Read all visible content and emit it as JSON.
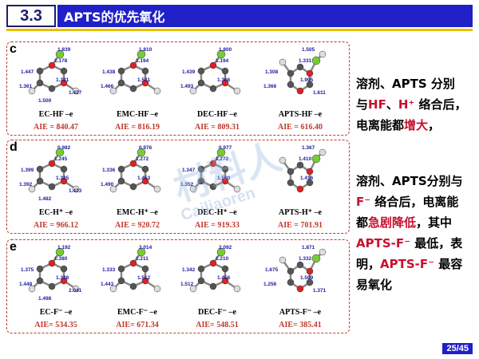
{
  "header": {
    "number": "3.3",
    "title": "APTS的优先氧化"
  },
  "panels": [
    {
      "label": "c",
      "items": [
        {
          "name": "EC-HF –e",
          "aie": "AIE = 840.47",
          "bonds": [
            "1.839",
            "1.178",
            "1.321",
            "1.447",
            "1.361",
            "1.427",
            "1.500"
          ]
        },
        {
          "name": "EMC-HF –e",
          "aie": "AIE = 816.19",
          "bonds": [
            "1.810",
            "1.194",
            "1.521",
            "1.438",
            "1.466"
          ]
        },
        {
          "name": "DEC-HF –e",
          "aie": "AIE = 809.31",
          "bonds": [
            "1.800",
            "1.194",
            "1.366",
            "1.439",
            "1.493"
          ]
        },
        {
          "name": "APTS-HF –e",
          "aie": "AIE = 616.40",
          "bonds": [
            "1.505",
            "1.331",
            "1.905",
            "1.308",
            "1.366",
            "1.611"
          ]
        }
      ]
    },
    {
      "label": "d",
      "items": [
        {
          "name": "EC-H⁺ –e",
          "aie": "AIE = 966.12",
          "bonds": [
            "0.982",
            "1.245",
            "1.325",
            "1.399",
            "1.392",
            "1.423",
            "1.482"
          ]
        },
        {
          "name": "EMC-H⁺ –e",
          "aie": "AIE = 920.72",
          "bonds": [
            "0.976",
            "1.272",
            "1.453",
            "1.336",
            "1.490"
          ]
        },
        {
          "name": "DEC-H⁺ –e",
          "aie": "AIE = 919.33",
          "bonds": [
            "0.977",
            "1.272",
            "1.500",
            "1.347",
            "1.352"
          ]
        },
        {
          "name": "APTS-H⁺ –e",
          "aie": "AIE = 701.91",
          "bonds": [
            "1.367",
            "1.410",
            "1.416"
          ]
        }
      ]
    },
    {
      "label": "e",
      "items": [
        {
          "name": "EC-F⁻ –e",
          "aie": "AIE= 534.35",
          "bonds": [
            "1.192",
            "1.380",
            "1.338",
            "1.375",
            "1.448",
            "2.041",
            "1.498"
          ]
        },
        {
          "name": "EMC-F⁻ –e",
          "aie": "AIE= 671.34",
          "bonds": [
            "3.014",
            "1.211",
            "1.512",
            "1.333",
            "1.443"
          ]
        },
        {
          "name": "DEC-F⁻ –e",
          "aie": "AIE= 548.51",
          "bonds": [
            "2.092",
            "1.210",
            "1.456",
            "1.342",
            "1.512"
          ]
        },
        {
          "name": "APTS-F⁻ –e",
          "aie": "AIE= 385.41",
          "bonds": [
            "1.871",
            "1.332",
            "1.509",
            "1.675",
            "1.256",
            "1.371"
          ]
        }
      ]
    }
  ],
  "side": {
    "p1": [
      "溶剂、APTS 分别",
      "与",
      "HF",
      "、",
      "H⁺",
      " 络合后，",
      "电离能都",
      "增大",
      "，"
    ],
    "p2": [
      "溶剂、APTS分别与",
      "F⁻",
      " 络合后，电离能",
      "都",
      "急剧降低",
      "，其中",
      "APTS-F⁻",
      " 最低，表",
      "明，",
      "APTS-F⁻",
      " 最容",
      "易氧化"
    ]
  },
  "watermark": {
    "main": "材料人",
    "sub": "Cailiaoren"
  },
  "page": "25/45",
  "colors": {
    "header_blue": "#2020c8",
    "accent_red": "#c8102e",
    "gold_line": "#e6c000"
  }
}
